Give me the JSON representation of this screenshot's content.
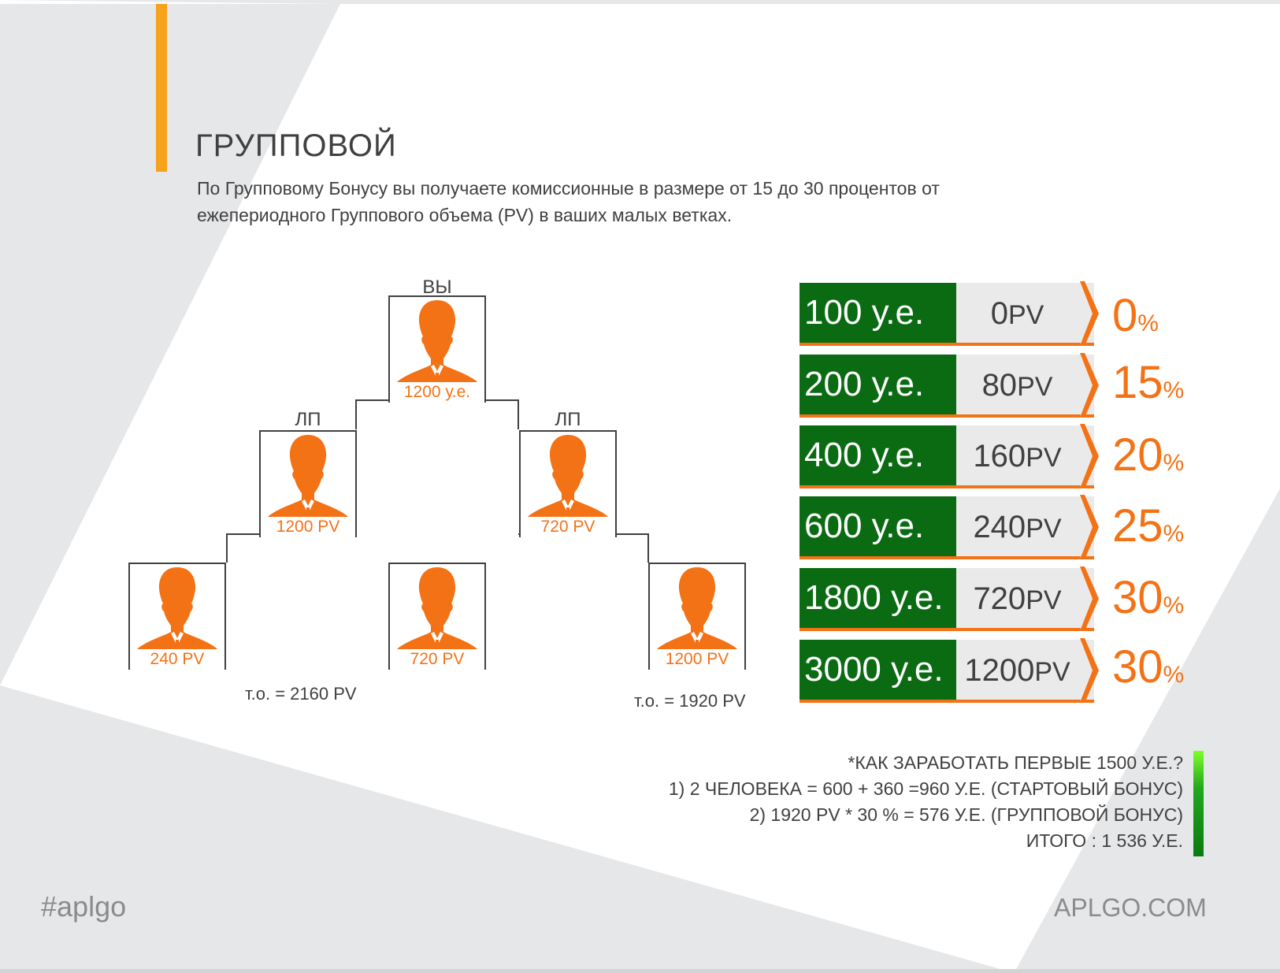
{
  "title": "ГРУППОВОЙ",
  "description_line1": "По Групповому Бонусу вы получаете комиссионные в размере от 15 до 30 процентов от",
  "description_line2": "ежепериодного Группового объема (PV) в ваших малых ветках.",
  "tree": {
    "top": {
      "label": "ВЫ",
      "value": "1200 у.е."
    },
    "left": {
      "label": "ЛП",
      "value": "1200 PV"
    },
    "right": {
      "label": "ЛП",
      "value": "720 PV"
    },
    "bottom_left": {
      "value": "240 PV"
    },
    "bottom_middle": {
      "value": "720 PV"
    },
    "bottom_right": {
      "value": "1200 PV"
    },
    "left_total": "т.о. = 2160 PV",
    "right_total": "т.о. = 1920 PV"
  },
  "tiers": [
    {
      "amount": "100 у.е.",
      "pv_num": "0",
      "pv_unit": "PV",
      "pct_num": "0",
      "pct_unit": "%"
    },
    {
      "amount": "200 у.е.",
      "pv_num": "80",
      "pv_unit": "PV",
      "pct_num": "15",
      "pct_unit": "%"
    },
    {
      "amount": "400 у.е.",
      "pv_num": "160",
      "pv_unit": "PV",
      "pct_num": "20",
      "pct_unit": "%"
    },
    {
      "amount": "600 у.е.",
      "pv_num": "240",
      "pv_unit": "PV",
      "pct_num": "25",
      "pct_unit": "%"
    },
    {
      "amount": "1800 у.е.",
      "pv_num": "720",
      "pv_unit": "PV",
      "pct_num": "30",
      "pct_unit": "%"
    },
    {
      "amount": "3000 у.е.",
      "pv_num": "1200",
      "pv_unit": "PV",
      "pct_num": "30",
      "pct_unit": "%"
    }
  ],
  "notes": [
    "*КАК ЗАРАБОТАТЬ ПЕРВЫЕ 1500 У.Е.?",
    "1) 2 ЧЕЛОВЕКА = 600 + 360 =960 У.Е. (СТАРТОВЫЙ БОНУС)",
    "2) 1920 PV * 30 % = 576 У.Е. (ГРУППОВОЙ БОНУС)",
    "ИТОГО : 1 536 У.Е."
  ],
  "footer_left": "#aplgo",
  "footer_right": "APLGO.COM",
  "colors": {
    "orange": "#f47216",
    "green": "#0a6b12",
    "accent": "#f7a21b",
    "text": "#404041"
  }
}
